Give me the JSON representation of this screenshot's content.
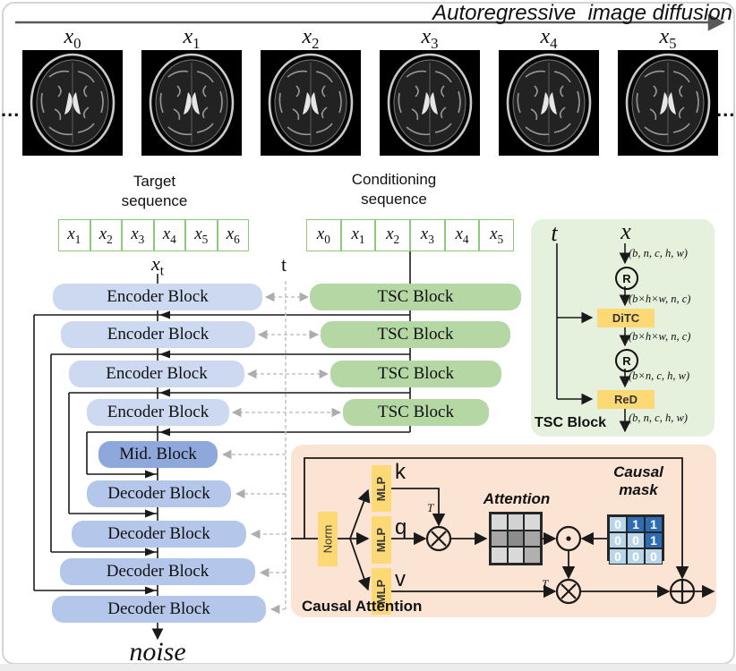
{
  "header": {
    "title": "Autoregressive  image diffusion",
    "ellipsis_left": "...",
    "ellipsis_right": "..."
  },
  "image_row": {
    "labels": [
      {
        "base": "x",
        "sub": "0"
      },
      {
        "base": "x",
        "sub": "1"
      },
      {
        "base": "x",
        "sub": "2"
      },
      {
        "base": "x",
        "sub": "3"
      },
      {
        "base": "x",
        "sub": "4"
      },
      {
        "base": "x",
        "sub": "5"
      }
    ]
  },
  "sequences": {
    "target": {
      "header1": "Target",
      "header2": "sequence",
      "cells": [
        {
          "base": "x",
          "sub": "1"
        },
        {
          "base": "x",
          "sub": "2"
        },
        {
          "base": "x",
          "sub": "3"
        },
        {
          "base": "x",
          "sub": "4"
        },
        {
          "base": "x",
          "sub": "5"
        },
        {
          "base": "x",
          "sub": "6"
        }
      ]
    },
    "conditioning": {
      "header1": "Conditioning",
      "header2": "sequence",
      "cells": [
        {
          "base": "x",
          "sub": "0"
        },
        {
          "base": "x",
          "sub": "1"
        },
        {
          "base": "x",
          "sub": "2"
        },
        {
          "base": "x",
          "sub": "3"
        },
        {
          "base": "x",
          "sub": "4"
        },
        {
          "base": "x",
          "sub": "5"
        }
      ]
    },
    "xt": {
      "base": "x",
      "sub": "t"
    },
    "t_label": "t"
  },
  "unet": {
    "encoder_blocks": [
      "Encoder Block",
      "Encoder Block",
      "Encoder Block",
      "Encoder Block"
    ],
    "tsc_blocks": [
      "TSC Block",
      "TSC Block",
      "TSC Block",
      "TSC Block"
    ],
    "mid_block": "Mid. Block",
    "decoder_blocks": [
      "Decoder Block",
      "Decoder Block",
      "Decoder Block",
      "Decoder Block"
    ],
    "output_label": "noise"
  },
  "tsc_panel": {
    "title": "TSC Block",
    "t_label": "t",
    "x_label": "x",
    "reshape_symbol": "R",
    "ditc_label": "DiTC",
    "red_label": "ReD",
    "shape_labels": [
      "(b, n, c, h, w)",
      "(b×h×w, n, c)",
      "(b×h×w, n, c)",
      "(b×n, c, h, w)",
      "(b, n, c, h, w)"
    ]
  },
  "causal_panel": {
    "title": "Causal Attention",
    "norm_label": "Norm",
    "mlp_label": "MLP",
    "k_label": "k",
    "q_label": "q",
    "v_label": "v",
    "transpose_label": "T",
    "attention_label": "Attention",
    "mask_label_line1": "Causal",
    "mask_label_line2": "mask",
    "attention_cells": [
      [
        "#d9d9d9",
        "#d2d2d2",
        "#d9d9d9"
      ],
      [
        "#a6a6a6",
        "#8c8c8c",
        "#a6a6a6"
      ],
      [
        "#d9d9d9",
        "#d9d9d9",
        "#b0b0b0"
      ]
    ],
    "mask_values": [
      [
        0,
        1,
        1
      ],
      [
        0,
        0,
        1
      ],
      [
        0,
        0,
        0
      ]
    ],
    "mask_one_color": "#2e6db4",
    "mask_zero_color": "#b9d5ea",
    "mask_text_color": "#ffffff"
  },
  "colors": {
    "encoder_block": "#ccd9f0",
    "decoder_block": "#b4c6e9",
    "mid_block": "#8fa8dc",
    "tsc_block": "#b5d7a4",
    "sequence_border": "#8fc97c",
    "tsc_panel_bg": "#e5f0dd",
    "causal_panel_bg": "#fbe4d3",
    "accent_yellow": "#fcd975"
  }
}
